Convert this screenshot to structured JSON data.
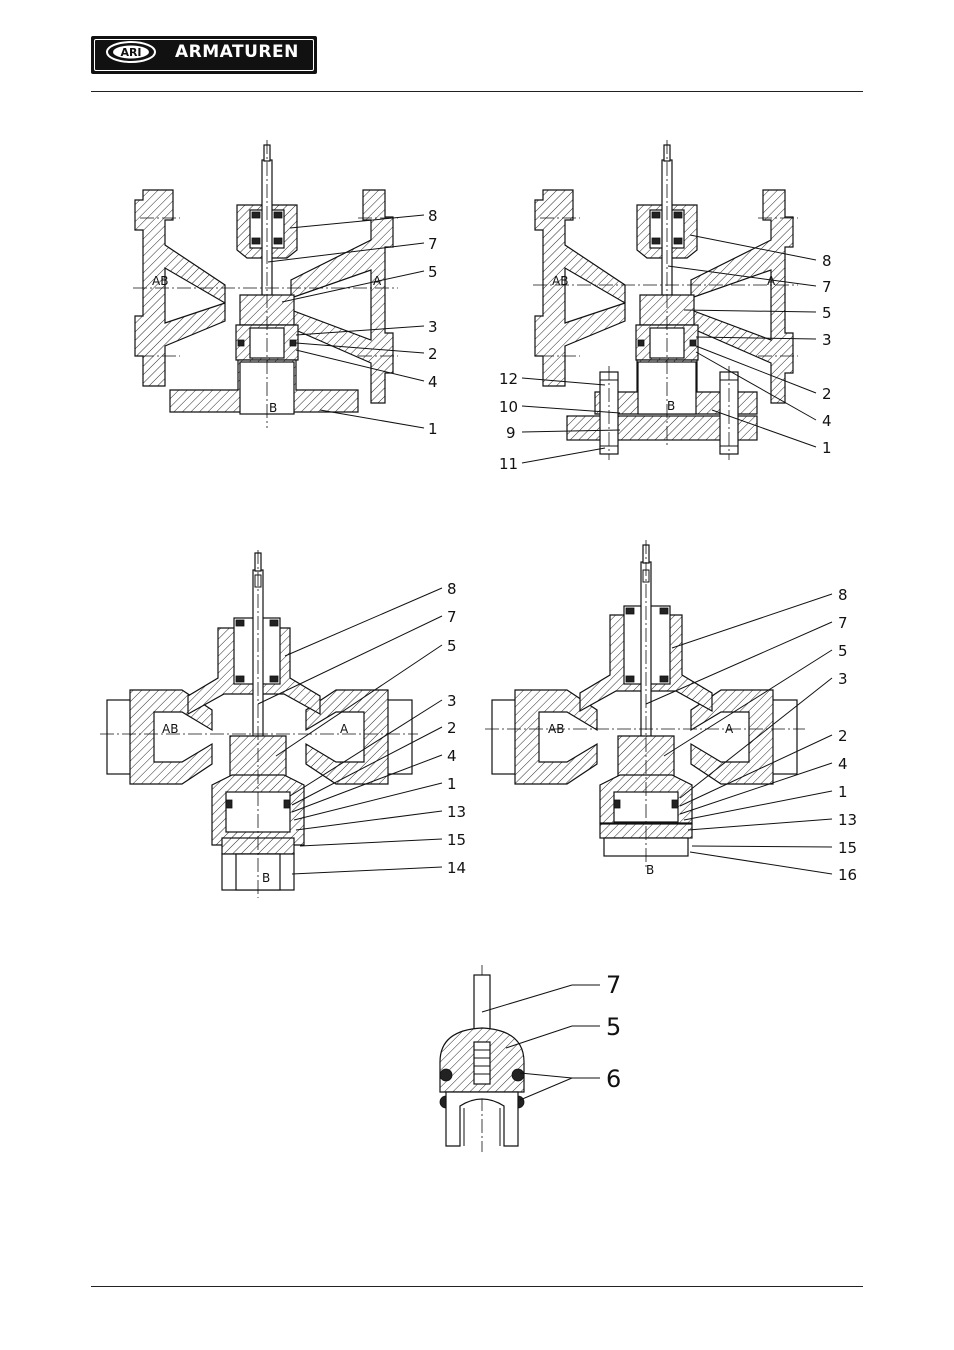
{
  "header": {
    "brand_text": "ARMATUREN",
    "emblem_text": "ARI"
  },
  "figure_1": {
    "ports": {
      "ab": "AB",
      "a": "A",
      "b": "B"
    },
    "callouts": [
      "8",
      "7",
      "5",
      "3",
      "2",
      "4",
      "1"
    ]
  },
  "figure_2": {
    "ports": {
      "ab": "AB",
      "a": "A",
      "b": "B"
    },
    "callouts_right": [
      "8",
      "7",
      "5",
      "3",
      "2",
      "4",
      "1"
    ],
    "callouts_left": [
      "12",
      "10",
      "9",
      "11"
    ]
  },
  "figure_3": {
    "ports": {
      "ab": "AB",
      "a": "A",
      "b": "B"
    },
    "callouts": [
      "8",
      "7",
      "5",
      "3",
      "2",
      "4",
      "1",
      "13",
      "15",
      "14"
    ]
  },
  "figure_4": {
    "ports": {
      "ab": "AB",
      "a": "A",
      "b": "B"
    },
    "callouts": [
      "8",
      "7",
      "5",
      "3",
      "2",
      "4",
      "1",
      "13",
      "15",
      "16"
    ]
  },
  "figure_5": {
    "callouts": [
      "7",
      "5",
      "6"
    ]
  }
}
